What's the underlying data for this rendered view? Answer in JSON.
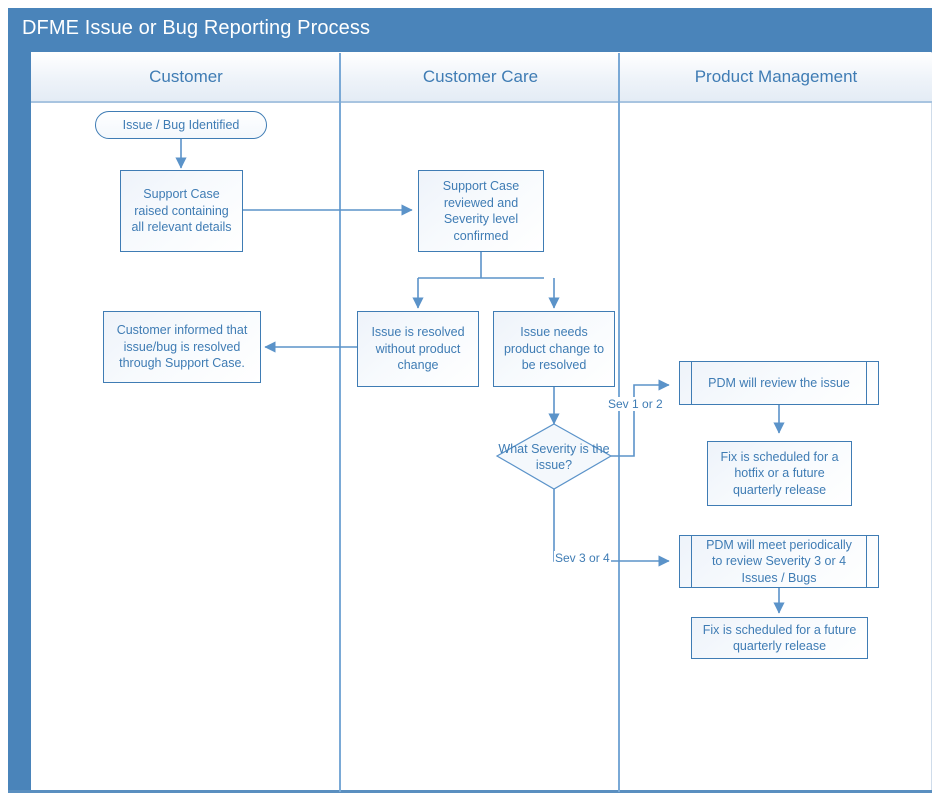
{
  "diagram": {
    "title": "DFME Issue or Bug Reporting Process",
    "accent_color": "#4a84ba",
    "node_stroke_color": "#3f7cb4",
    "lane_divider_color": "#7aa9d6"
  },
  "lanes": [
    {
      "id": "lane-customer",
      "label": "Customer"
    },
    {
      "id": "lane-care",
      "label": "Customer Care"
    },
    {
      "id": "lane-pdm",
      "label": "Product Management"
    }
  ],
  "nodes": {
    "start": {
      "label": "Issue / Bug Identified",
      "shape": "terminator",
      "lane": "Customer"
    },
    "case_raised": {
      "label": "Support Case raised containing all relevant details",
      "shape": "process",
      "lane": "Customer"
    },
    "customer_informed": {
      "label": "Customer informed that issue/bug is resolved through Support Case.",
      "shape": "process",
      "lane": "Customer"
    },
    "case_reviewed": {
      "label": "Support Case reviewed and Severity level confirmed",
      "shape": "process",
      "lane": "Customer Care"
    },
    "resolved_nochange": {
      "label": "Issue is resolved without product change",
      "shape": "process",
      "lane": "Customer Care"
    },
    "needs_change": {
      "label": "Issue needs product change to be resolved",
      "shape": "process",
      "lane": "Customer Care"
    },
    "severity": {
      "label": "What Severity is the issue?",
      "shape": "decision",
      "lane": "Customer Care"
    },
    "pdm_review": {
      "label": "PDM will review the issue",
      "shape": "subprocess",
      "lane": "Product Management"
    },
    "fix_hotfix": {
      "label": "Fix is scheduled for a hotfix or a future quarterly release",
      "shape": "process",
      "lane": "Product Management"
    },
    "pdm_periodic": {
      "label": "PDM will meet periodically to review Severity 3 or 4 Issues / Bugs",
      "shape": "subprocess",
      "lane": "Product Management"
    },
    "fix_quarterly": {
      "label": "Fix is scheduled for a future quarterly release",
      "shape": "process",
      "lane": "Product Management"
    }
  },
  "edge_labels": {
    "sev_1_2": "Sev 1 or 2",
    "sev_3_4": "Sev 3 or 4"
  }
}
